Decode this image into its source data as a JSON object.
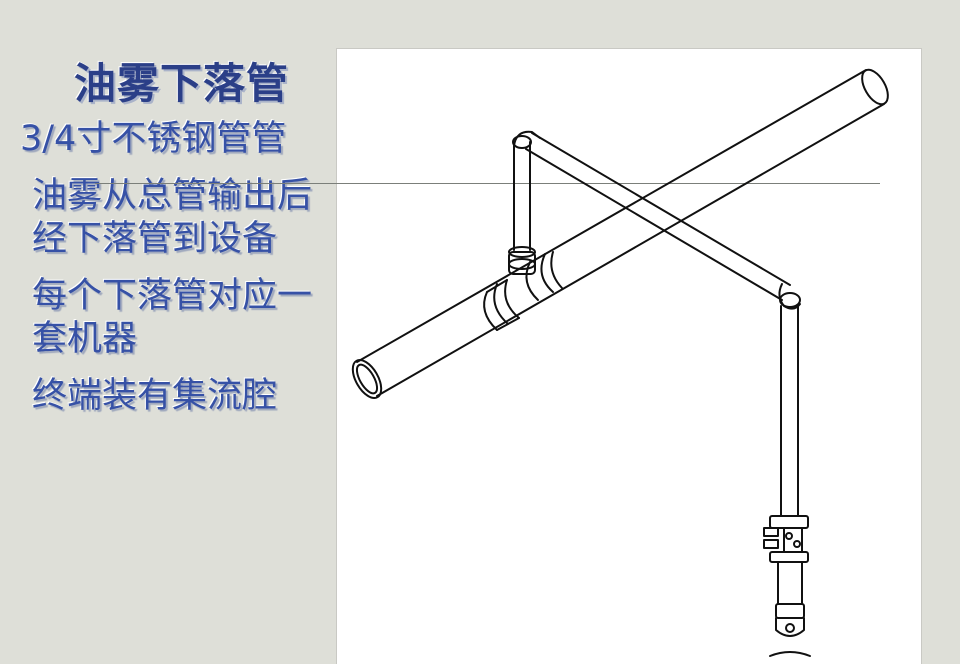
{
  "slide": {
    "title": "油雾下落管",
    "bullets": [
      "3/4寸不锈钢管管",
      "油雾从总管输出后经下落管到设备",
      "每个下落管对应一套机器",
      "终端装有集流腔"
    ]
  }
}
